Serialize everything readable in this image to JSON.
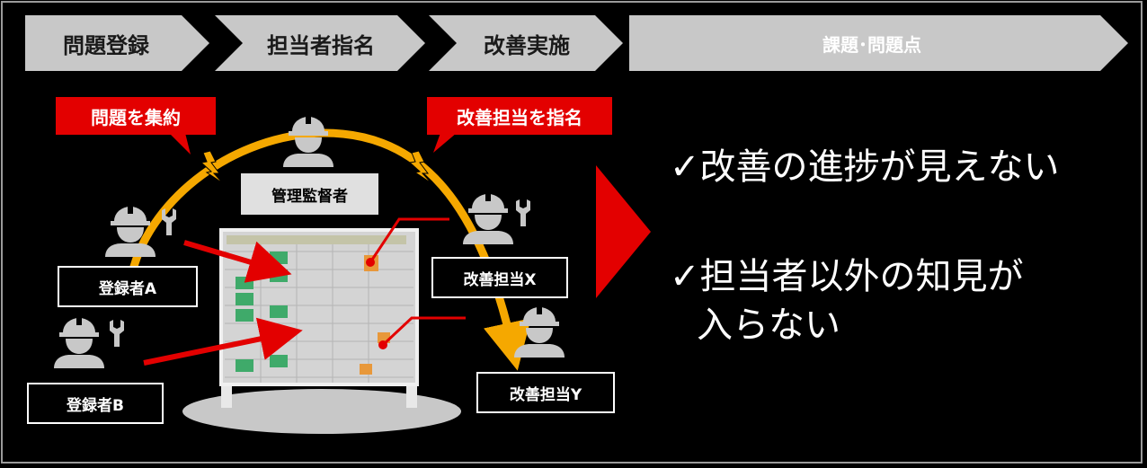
{
  "flow_steps": [
    {
      "label": "問題登録"
    },
    {
      "label": "担当者指名"
    },
    {
      "label": "改善実施"
    },
    {
      "label": "課題･問題点"
    }
  ],
  "callouts": {
    "collect": "問題を集約",
    "assign": "改善担当を指名"
  },
  "roles": {
    "supervisor": "管理監督者",
    "registrant_a": "登録者A",
    "registrant_b": "登録者B",
    "improver_x": "改善担当X",
    "improver_y": "改善担当Y"
  },
  "issues": {
    "line1": "✓改善の進捗が見えない",
    "line2a": "✓担当者以外の知見が",
    "line2b": "入らない"
  },
  "colors": {
    "step_fill": "#c8c8c8",
    "accent_red": "#e30000",
    "arc_orange": "#f5a800",
    "person_gray": "#c8c8c8"
  },
  "icons": [
    "hardhat-person-icon",
    "wrench-icon",
    "whiteboard-icon",
    "lightning-bolt-icon",
    "red-arrow-icon",
    "right-triangle-arrow-icon"
  ]
}
